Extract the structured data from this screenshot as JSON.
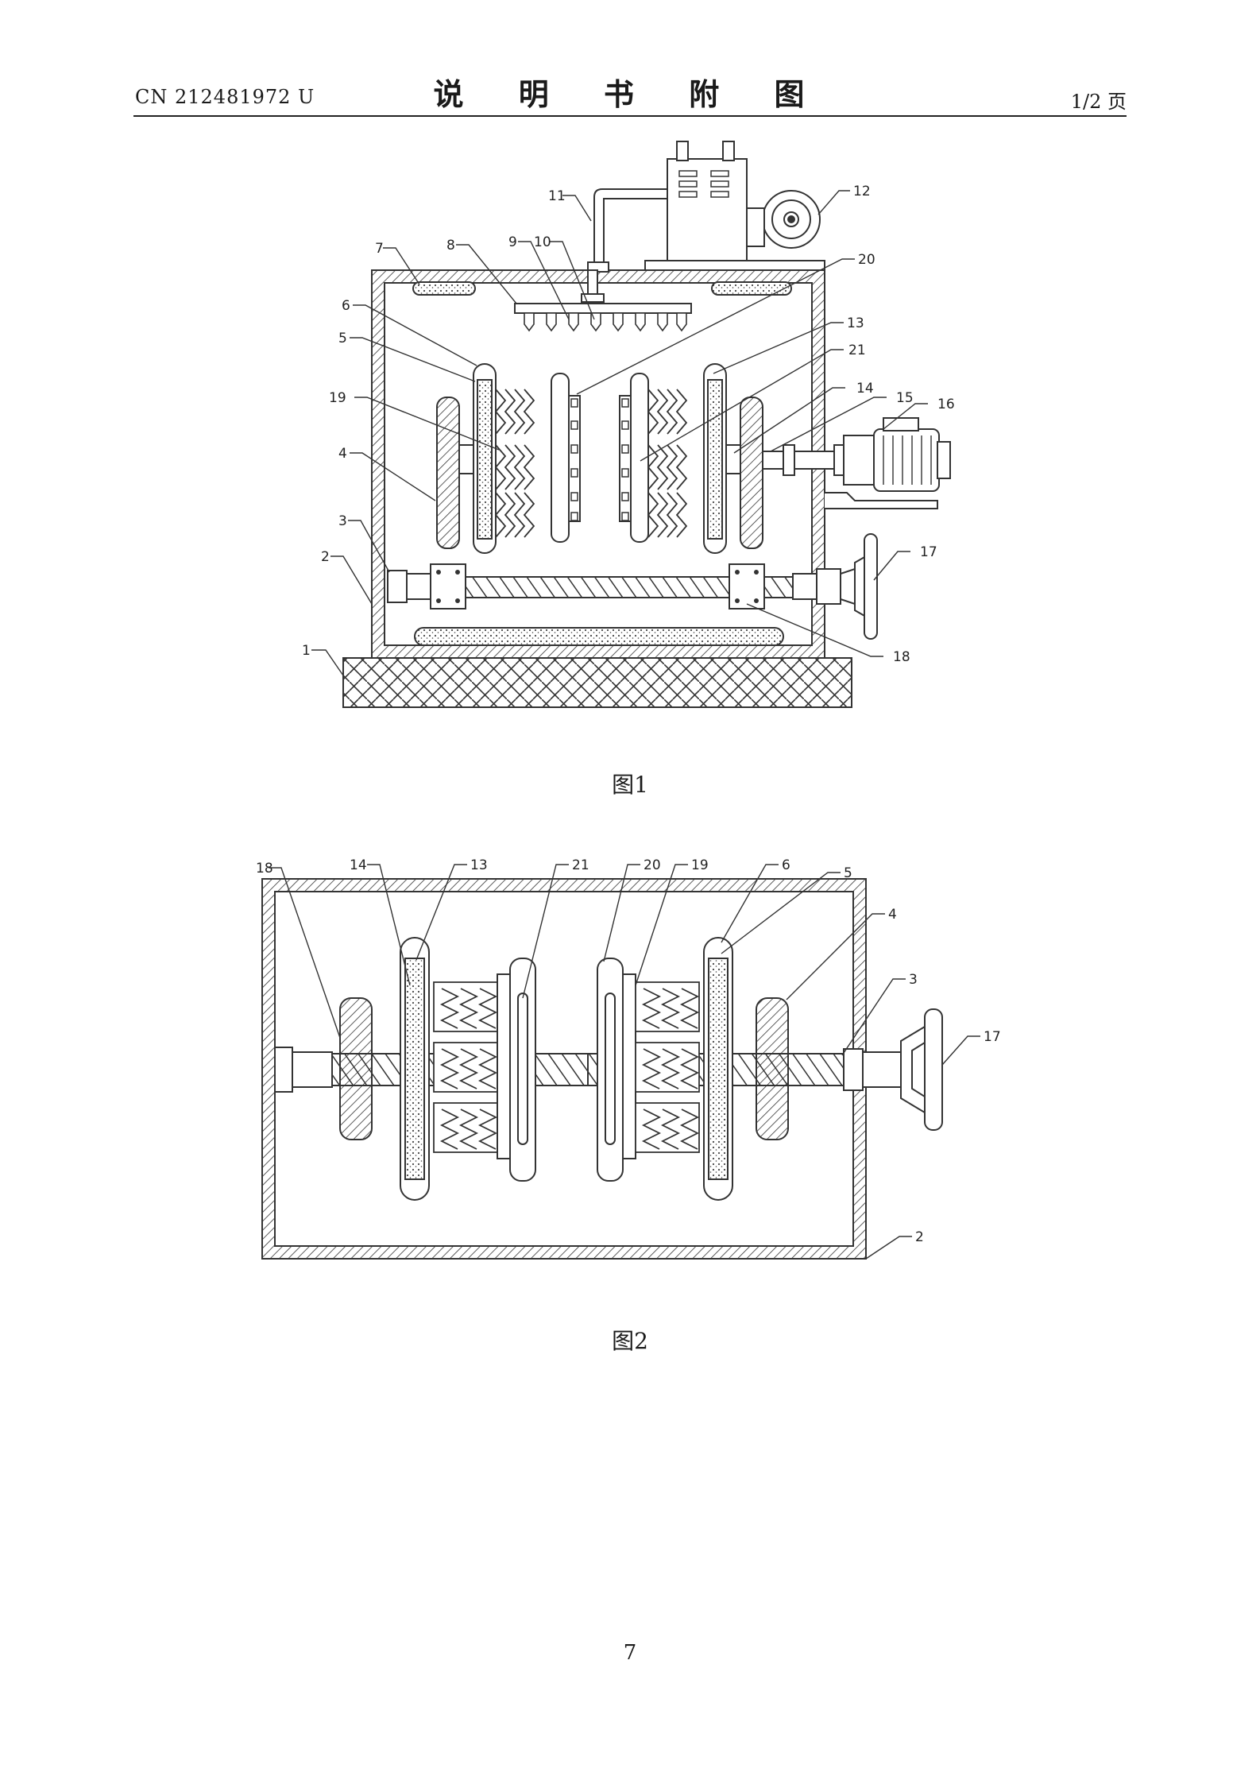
{
  "header": {
    "patent_number": "CN 212481972 U",
    "title": "说 明 书 附 图",
    "page_of": "1/2 页"
  },
  "figures": [
    {
      "caption": "图1",
      "labels": [
        "1",
        "2",
        "3",
        "4",
        "5",
        "6",
        "7",
        "8",
        "9",
        "10",
        "11",
        "12",
        "13",
        "14",
        "15",
        "16",
        "17",
        "18",
        "19",
        "20",
        "21"
      ]
    },
    {
      "caption": "图2",
      "labels": [
        "18",
        "14",
        "13",
        "21",
        "20",
        "19",
        "6",
        "5",
        "4",
        "3",
        "17",
        "2"
      ]
    }
  ],
  "footer": {
    "page_number": "7"
  }
}
